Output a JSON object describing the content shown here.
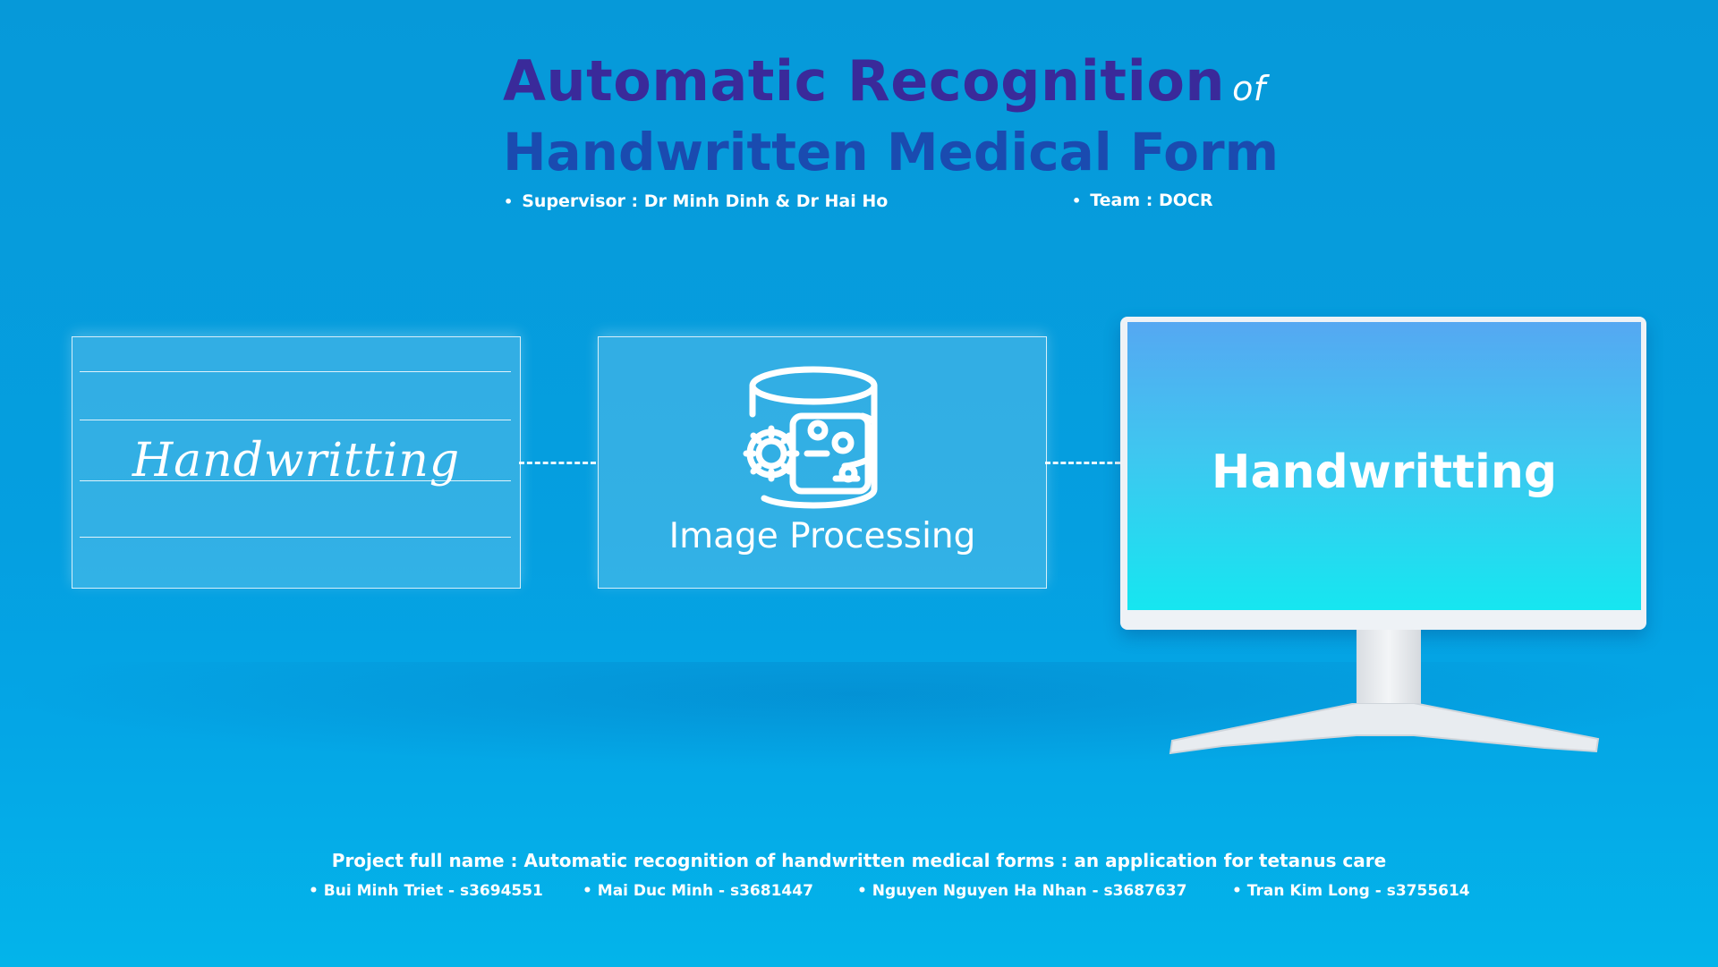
{
  "title": {
    "line1": "Automatic Recognition",
    "of": "of",
    "line2": "Handwritten Medical Form"
  },
  "supervisor": "Supervisor : Dr Minh Dinh & Dr Hai Ho",
  "team": "Team : DOCR",
  "diagram": {
    "input_label": "Handwritting",
    "process_label": "Image Processing",
    "output_label": "Handwritting"
  },
  "footer": {
    "project": "Project full name : Automatic recognition of handwritten medical forms :  an application for tetanus care",
    "members": [
      "Bui Minh Triet - s3694551",
      "Mai Duc Minh - s3681447",
      "Nguyen Nguyen Ha Nhan - s3687637",
      "Tran Kim Long - s3755614"
    ]
  },
  "colors": {
    "background": "#0699d9",
    "title_line1": "#3a2a9a",
    "title_line2": "#1a4bb0",
    "screen_top": "#55a8f2",
    "screen_bottom": "#16e6f0"
  },
  "icons": [
    "database-gears-icon",
    "monitor-icon"
  ]
}
